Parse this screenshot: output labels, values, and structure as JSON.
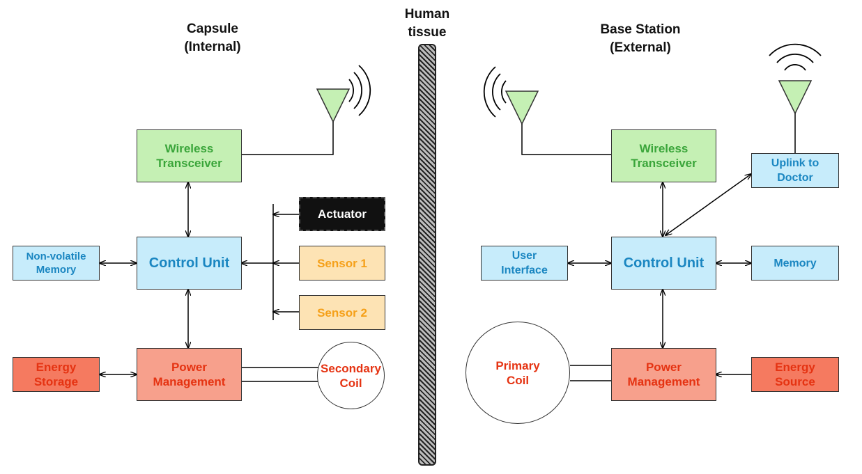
{
  "headers": {
    "capsule": [
      "Capsule",
      "(Internal)"
    ],
    "tissue": [
      "Human",
      "tissue"
    ],
    "base": [
      "Base Station",
      "(External)"
    ]
  },
  "capsule": {
    "wireless": [
      "Wireless",
      "Transceiver"
    ],
    "control": "Control Unit",
    "memory": [
      "Non-volatile",
      "Memory"
    ],
    "actuator": "Actuator",
    "sensor1": "Sensor 1",
    "sensor2": "Sensor 2",
    "power": [
      "Power",
      "Management"
    ],
    "energy": [
      "Energy",
      "Storage"
    ],
    "coil": [
      "Secondary",
      "Coil"
    ]
  },
  "base": {
    "wireless": [
      "Wireless",
      "Transceiver"
    ],
    "uplink": [
      "Uplink to",
      "Doctor"
    ],
    "control": "Control Unit",
    "ui": [
      "User",
      "Interface"
    ],
    "memory": "Memory",
    "power": [
      "Power",
      "Management"
    ],
    "energy": [
      "Energy",
      "Source"
    ],
    "coil": [
      "Primary",
      "Coil"
    ]
  },
  "colors": {
    "wireless_fill": "#c5f0b4",
    "wireless_text": "#3aa53a",
    "control_fill": "#c7ecfb",
    "control_text": "#1a86c1",
    "power_fill": "#f7a08c",
    "energy_fill": "#f57a60",
    "power_text": "#e53312",
    "sensor_fill": "#fde3b4",
    "sensor_text": "#f5a019",
    "antenna_fill": "#c5f0b4"
  }
}
